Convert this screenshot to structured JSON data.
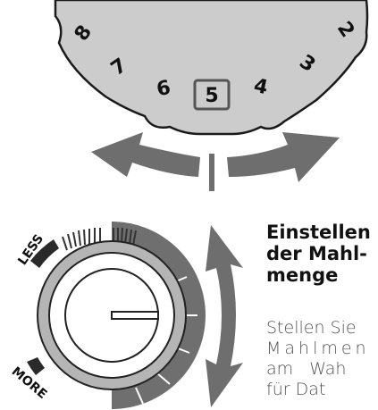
{
  "dial": {
    "numbers": [
      "8",
      "7",
      "6",
      "5",
      "4",
      "3",
      "2"
    ],
    "selected": "5"
  },
  "knob": {
    "less_label": "LESS",
    "more_label": "MORE"
  },
  "heading_lines": [
    "Einstellen",
    "der Mahl-",
    "menge"
  ],
  "body_lines": [
    "Stellen Sie",
    "Mahlmen",
    "am Wah",
    "für Dat"
  ],
  "colors": {
    "dial_fill": "#cccccc",
    "arrow_gray": "#6e6e6e",
    "text_dark": "#111111",
    "text_gray": "#555555"
  }
}
